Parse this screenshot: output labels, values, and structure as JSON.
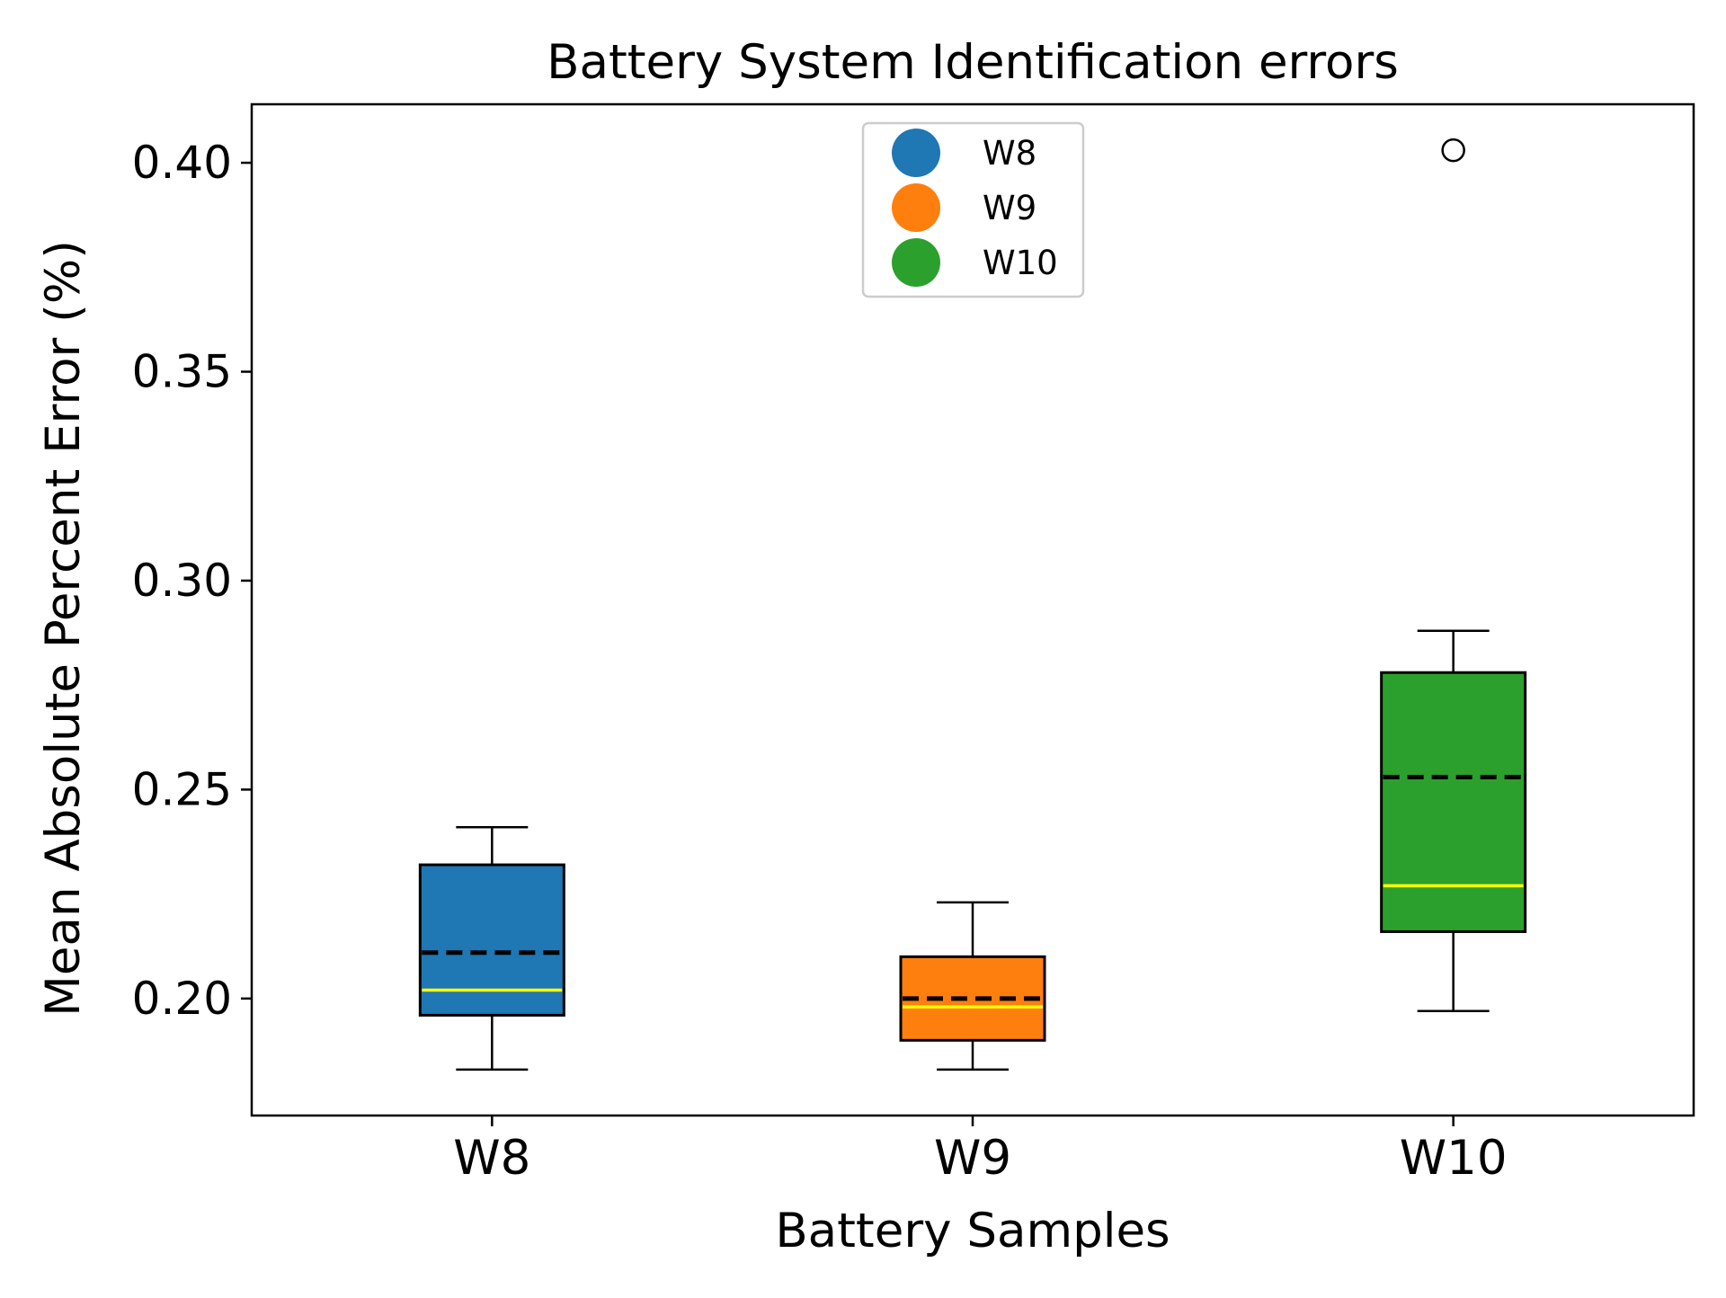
{
  "chart_data": {
    "type": "box",
    "title": "Battery System Identification errors",
    "xlabel": "Battery Samples",
    "ylabel": "Mean Absolute Percent Error (%)",
    "ylim": [
      0.172,
      0.414
    ],
    "yticks": [
      0.2,
      0.25,
      0.3,
      0.35,
      0.4
    ],
    "ytick_labels": [
      "0.20",
      "0.25",
      "0.30",
      "0.35",
      "0.40"
    ],
    "categories": [
      "W8",
      "W9",
      "W10"
    ],
    "grid": false,
    "legend": {
      "placement": "top-center",
      "entries": [
        "W8",
        "W9",
        "W10"
      ]
    },
    "series": [
      {
        "name": "W8",
        "color": "#1f77b4",
        "whisker_low": 0.183,
        "q1": 0.196,
        "median": 0.202,
        "mean": 0.211,
        "q3": 0.232,
        "whisker_high": 0.241,
        "outliers": []
      },
      {
        "name": "W9",
        "color": "#ff7f0e",
        "whisker_low": 0.183,
        "q1": 0.19,
        "median": 0.198,
        "mean": 0.2,
        "q3": 0.21,
        "whisker_high": 0.223,
        "outliers": []
      },
      {
        "name": "W10",
        "color": "#2ca02c",
        "whisker_low": 0.197,
        "q1": 0.216,
        "median": 0.227,
        "mean": 0.253,
        "q3": 0.278,
        "whisker_high": 0.288,
        "outliers": [
          0.403
        ]
      }
    ],
    "median_line_color": "#ffff00",
    "mean_line_color": "#000000"
  }
}
